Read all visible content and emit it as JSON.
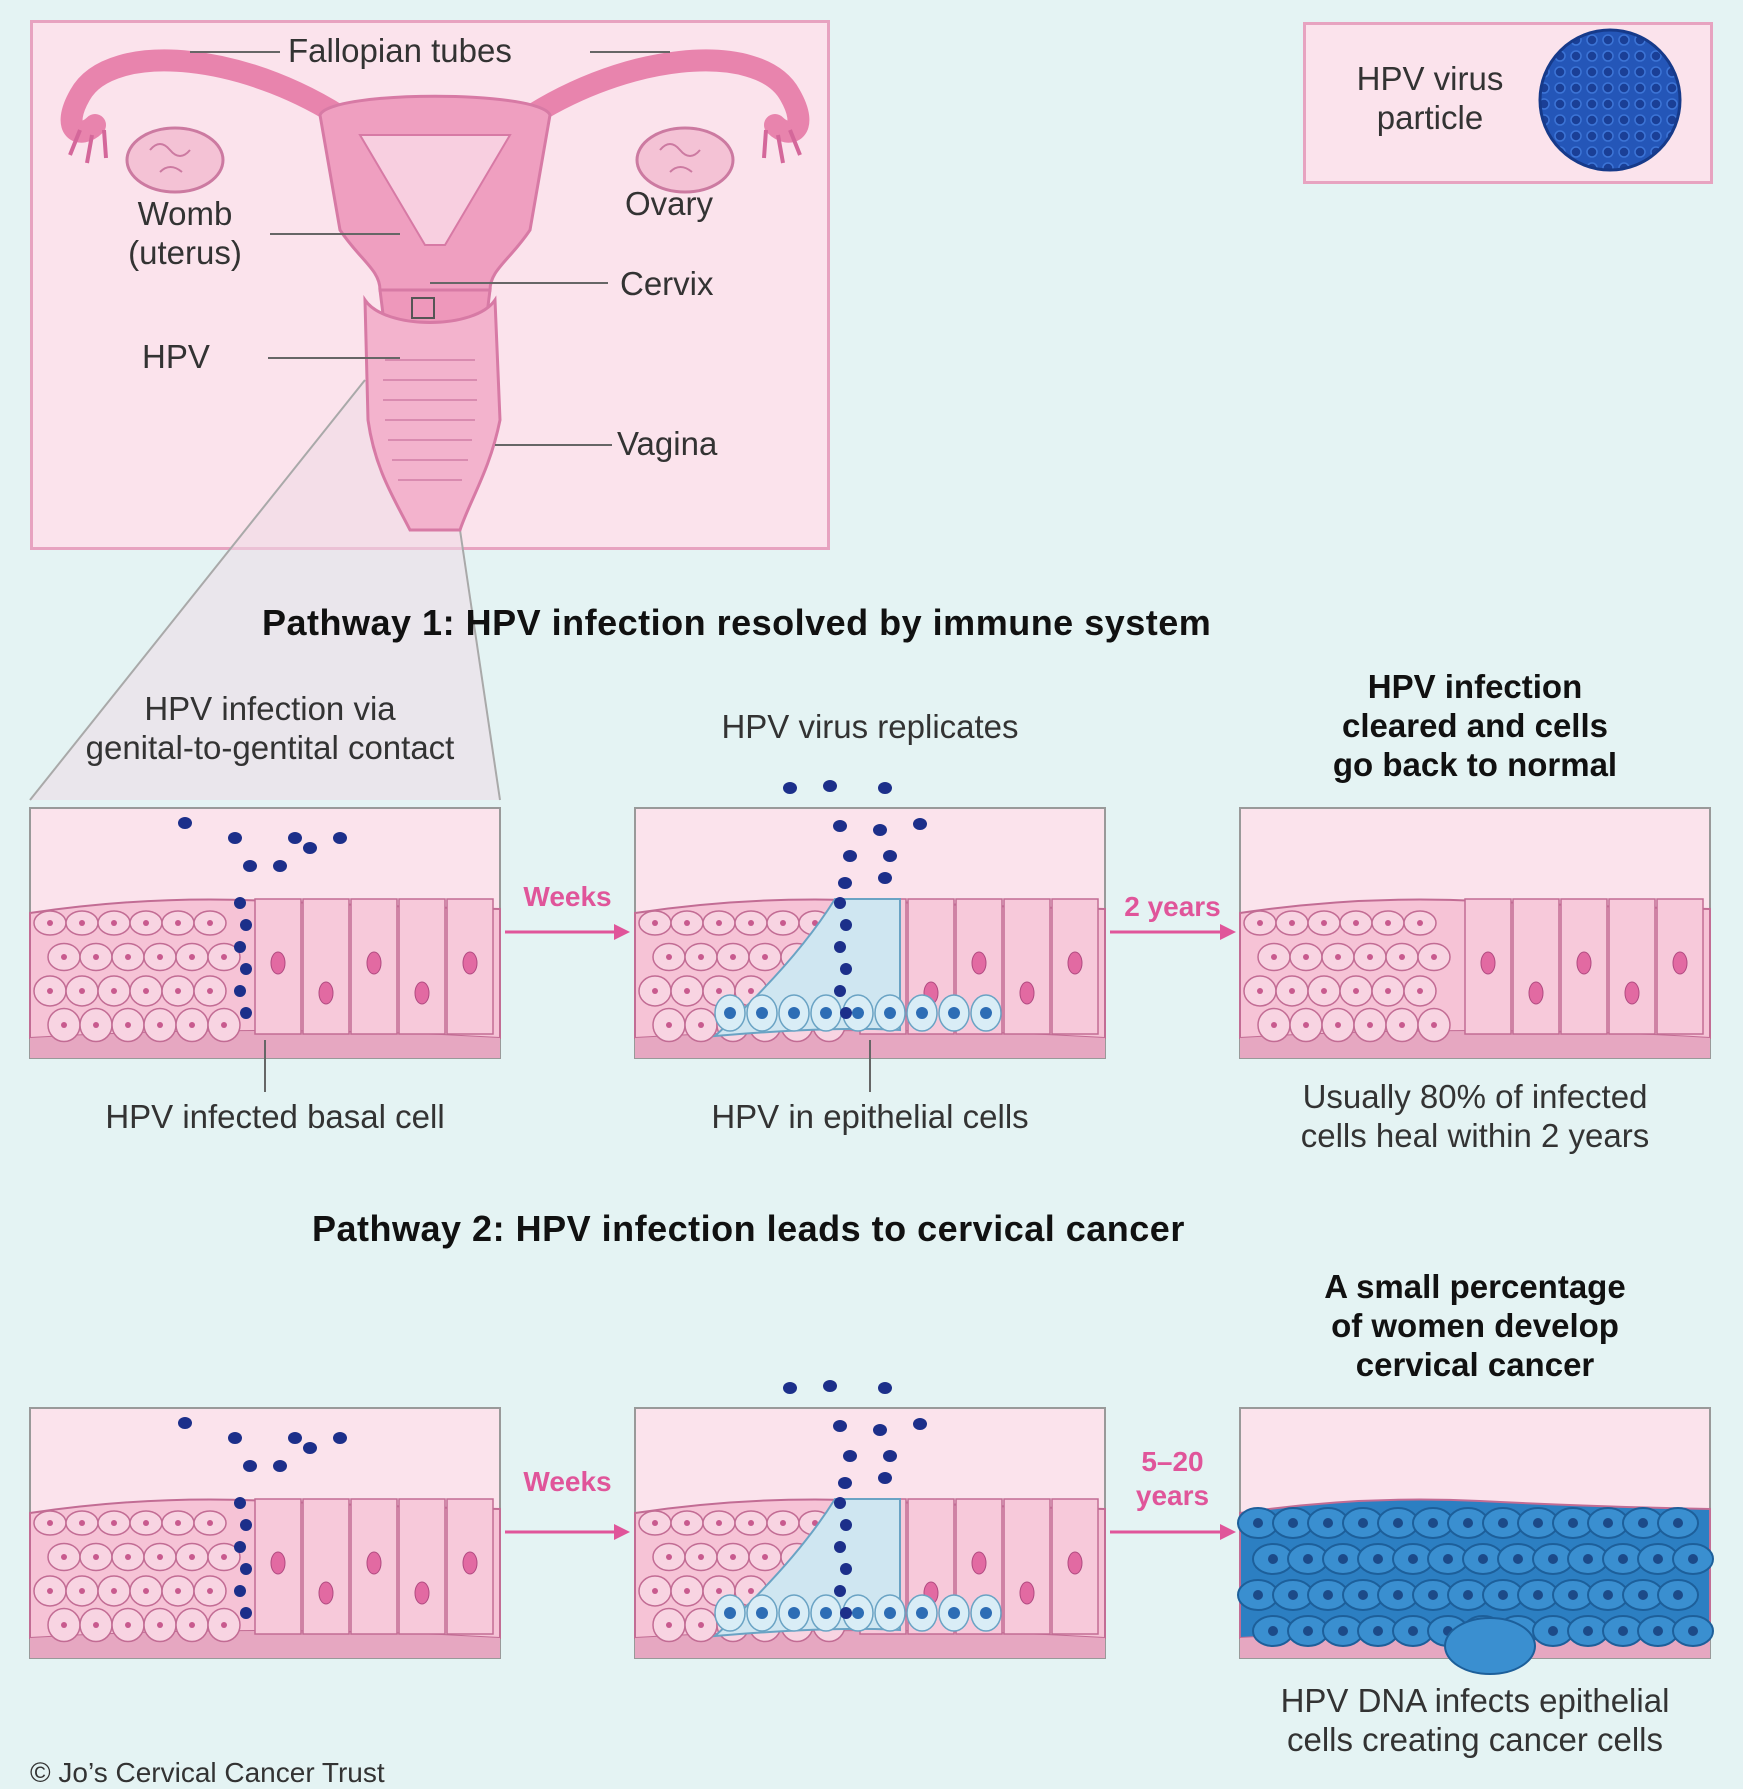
{
  "anatomy": {
    "fallopian_tubes": "Fallopian tubes",
    "womb_line1": "Womb",
    "womb_line2": "(uterus)",
    "ovary": "Ovary",
    "cervix": "Cervix",
    "hpv": "HPV",
    "vagina": "Vagina"
  },
  "legend": {
    "line1": "HPV virus",
    "line2": "particle"
  },
  "pathway1": {
    "title": "Pathway 1: HPV infection resolved by immune system",
    "step1_caption_line1": "HPV infection via",
    "step1_caption_line2": "genital-to-gentital contact",
    "step2_caption": "HPV virus replicates",
    "step3_caption_line1": "HPV infection",
    "step3_caption_line2": "cleared and cells",
    "step3_caption_line3": "go back to normal",
    "arrow1": "Weeks",
    "arrow2": "2 years",
    "label_basal": "HPV infected basal cell",
    "label_epithelial": "HPV in epithelial cells",
    "note_line1": "Usually 80% of infected",
    "note_line2": "cells heal within 2 years"
  },
  "pathway2": {
    "title": "Pathway 2: HPV infection leads to cervical cancer",
    "step3_caption_line1": "A small percentage",
    "step3_caption_line2": "of women develop",
    "step3_caption_line3": "cervical cancer",
    "arrow1": "Weeks",
    "arrow2_line1": "5–20",
    "arrow2_line2": "years",
    "note_line1": "HPV DNA infects epithelial",
    "note_line2": "cells creating cancer cells"
  },
  "copyright": "© Jo’s Cervical Cancer Trust",
  "colors": {
    "background": "#e4f3f3",
    "tissue_pink": "#f6c3d6",
    "border_pink": "#e7a3c0",
    "virus_blue": "#1c2f8a",
    "infected_blue": "#cfe6f1",
    "cancer_blue": "#2c7fc2",
    "arrow_pink": "#e0559a"
  }
}
